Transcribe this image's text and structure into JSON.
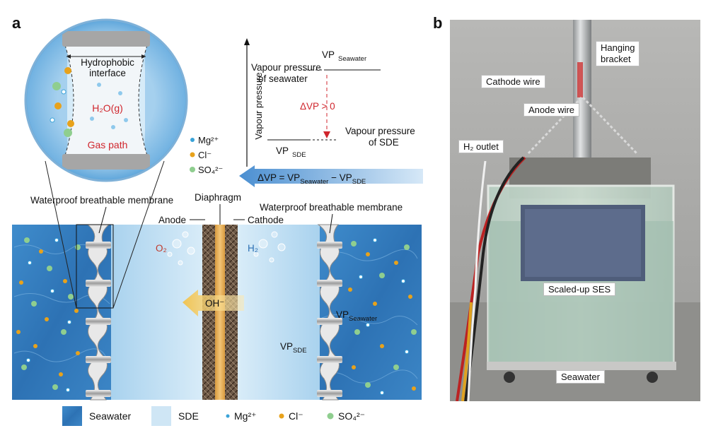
{
  "panels": {
    "a": "a",
    "b": "b"
  },
  "magnifier": {
    "hydrophobic_line1": "Hydrophobic",
    "hydrophobic_line2": "interface",
    "water_vapour": "H₂O(g)",
    "gas_path": "Gas path"
  },
  "ion_key": {
    "mg": "Mg²⁺",
    "cl": "Cl⁻",
    "so4": "SO₄²⁻"
  },
  "vp_graph": {
    "ylabel": "Vapour pressure",
    "vp_seawater_label": "VP",
    "vp_seawater_sub": "Seawater",
    "vp_seawater_desc_line1": "Vapour pressure",
    "vp_seawater_desc_line2": "of seawater",
    "delta_label": "ΔVP > 0",
    "vp_sde_label": "VP",
    "vp_sde_sub": "SDE",
    "vp_sde_desc_line1": "Vapour pressure",
    "vp_sde_desc_line2": "of SDE",
    "equation": {
      "part1": "ΔVP = VP",
      "sub1": "Seawater",
      "part2": " − VP",
      "sub2": "SDE"
    }
  },
  "cell_labels": {
    "membrane_left": "Waterproof breathable membrane",
    "diaphragm": "Diaphragm",
    "membrane_right": "Waterproof breathable membrane",
    "anode": "Anode",
    "cathode": "Cathode",
    "o2": "O₂",
    "h2": "H₂",
    "oh": "OH⁻",
    "vp_seawater": {
      "main": "VP",
      "sub": "Seawater"
    },
    "vp_sde": {
      "main": "VP",
      "sub": "SDE"
    }
  },
  "legend": {
    "seawater": "Seawater",
    "sde": "SDE",
    "mg": "Mg²⁺",
    "cl": "Cl⁻",
    "so4": "SO₄²⁻"
  },
  "photo": {
    "hanging_bracket_line1": "Hanging",
    "hanging_bracket_line2": "bracket",
    "cathode_wire": "Cathode wire",
    "anode_wire": "Anode wire",
    "h2_outlet": "H₂ outlet",
    "scaled_up": "Scaled-up SES",
    "seawater": "Seawater"
  },
  "colors": {
    "seawater": "#3a82c4",
    "sde": "#cfe6f5",
    "mg": "#3aa3d8",
    "cl": "#e8a21b",
    "so4": "#8fce8f",
    "red_text": "#d0262d",
    "arrow_blue": "#4a90d0",
    "diaphragm": "#e9b35c"
  },
  "icons": [
    "magnifier-view",
    "membrane-icon",
    "electrode-icon",
    "bubble-icon"
  ]
}
